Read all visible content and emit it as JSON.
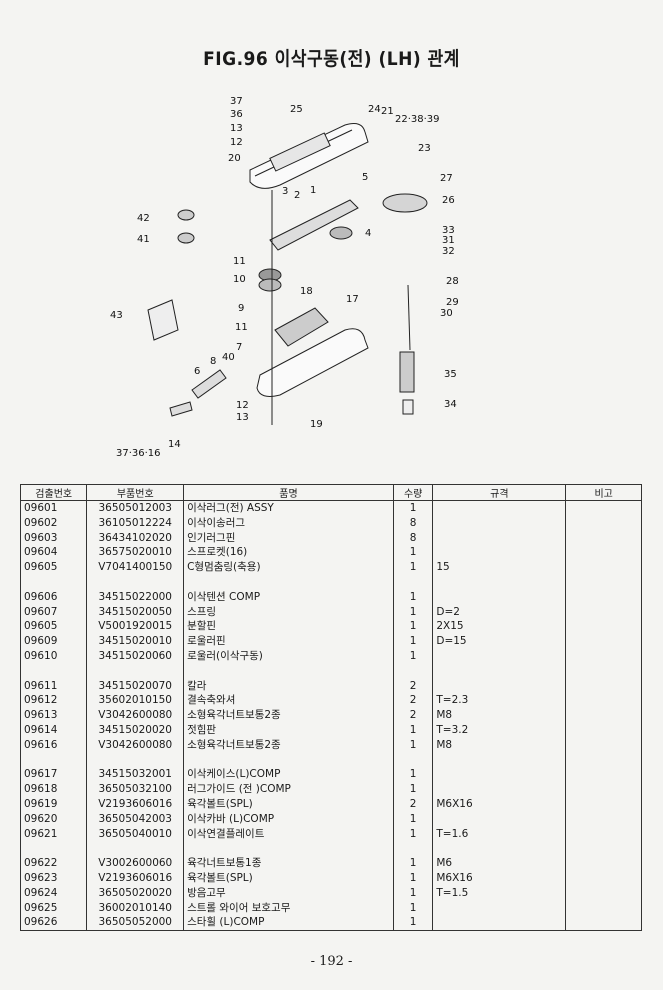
{
  "title": "FIG.96 이삭구동(전) (LH) 관계",
  "diagram_labels": [
    {
      "id": "37",
      "text": "37"
    },
    {
      "id": "36",
      "text": "36"
    },
    {
      "id": "13a",
      "text": "13"
    },
    {
      "id": "12a",
      "text": "12"
    },
    {
      "id": "20",
      "text": "20"
    },
    {
      "id": "25",
      "text": "25"
    },
    {
      "id": "24",
      "text": "24"
    },
    {
      "id": "21",
      "text": "21"
    },
    {
      "id": "22",
      "text": "22·38·39"
    },
    {
      "id": "23",
      "text": "23"
    },
    {
      "id": "5",
      "text": "5"
    },
    {
      "id": "27",
      "text": "27"
    },
    {
      "id": "3",
      "text": "3"
    },
    {
      "id": "2",
      "text": "2"
    },
    {
      "id": "1",
      "text": "1"
    },
    {
      "id": "26",
      "text": "26"
    },
    {
      "id": "42",
      "text": "42"
    },
    {
      "id": "41",
      "text": "41"
    },
    {
      "id": "4",
      "text": "4"
    },
    {
      "id": "33",
      "text": "33"
    },
    {
      "id": "31",
      "text": "31"
    },
    {
      "id": "32",
      "text": "32"
    },
    {
      "id": "11a",
      "text": "11"
    },
    {
      "id": "10",
      "text": "10"
    },
    {
      "id": "28",
      "text": "28"
    },
    {
      "id": "29",
      "text": "29"
    },
    {
      "id": "30",
      "text": "30"
    },
    {
      "id": "9",
      "text": "9"
    },
    {
      "id": "18",
      "text": "18"
    },
    {
      "id": "17",
      "text": "17"
    },
    {
      "id": "43",
      "text": "43"
    },
    {
      "id": "11b",
      "text": "11"
    },
    {
      "id": "7",
      "text": "7"
    },
    {
      "id": "40",
      "text": "40"
    },
    {
      "id": "8",
      "text": "8"
    },
    {
      "id": "6",
      "text": "6"
    },
    {
      "id": "35",
      "text": "35"
    },
    {
      "id": "12b",
      "text": "12"
    },
    {
      "id": "13b",
      "text": "13"
    },
    {
      "id": "19",
      "text": "19"
    },
    {
      "id": "34",
      "text": "34"
    },
    {
      "id": "14",
      "text": "14"
    },
    {
      "id": "37b",
      "text": "37·36·16"
    }
  ],
  "table": {
    "headers": [
      "검출번호",
      "부품번호",
      "품명",
      "수량",
      "규격",
      "비고"
    ],
    "rows": [
      [
        "09601",
        "36505012003",
        "이삭러그(전) ASSY",
        "1",
        "",
        ""
      ],
      [
        "09602",
        "36105012224",
        "이삭이송러그",
        "8",
        "",
        ""
      ],
      [
        "09603",
        "36434102020",
        "인기러그핀",
        "8",
        "",
        ""
      ],
      [
        "09604",
        "36575020010",
        "스프로켓(16)",
        "1",
        "",
        ""
      ],
      [
        "09605",
        "V7041400150",
        "C형멈춤링(축용)",
        "1",
        "15",
        ""
      ],
      null,
      [
        "09606",
        "34515022000",
        "이삭텐션 COMP",
        "1",
        "",
        ""
      ],
      [
        "09607",
        "34515020050",
        "스프링",
        "1",
        "D=2",
        ""
      ],
      [
        "09605",
        "V5001920015",
        "분할핀",
        "1",
        "2X15",
        ""
      ],
      [
        "09609",
        "34515020010",
        "로울러핀",
        "1",
        "D=15",
        ""
      ],
      [
        "09610",
        "34515020060",
        "로울러(이삭구동)",
        "1",
        "",
        ""
      ],
      null,
      [
        "09611",
        "34515020070",
        "칼라",
        "2",
        "",
        ""
      ],
      [
        "09612",
        "35602010150",
        "결속축와셔",
        "2",
        "T=2.3",
        ""
      ],
      [
        "09613",
        "V3042600080",
        "소형육각너트보통2종",
        "2",
        "M8",
        ""
      ],
      [
        "09614",
        "34515020020",
        "젓힘판",
        "1",
        "T=3.2",
        ""
      ],
      [
        "09616",
        "V3042600080",
        "소형육각너트보통2종",
        "1",
        "M8",
        ""
      ],
      null,
      [
        "09617",
        "34515032001",
        "이삭케이스(L)COMP",
        "1",
        "",
        ""
      ],
      [
        "09618",
        "36505032100",
        "러그가이드 (전 )COMP",
        "1",
        "",
        ""
      ],
      [
        "09619",
        "V2193606016",
        "육각볼트(SPL)",
        "2",
        "M6X16",
        ""
      ],
      [
        "09620",
        "36505042003",
        "이삭카바 (L)COMP",
        "1",
        "",
        ""
      ],
      [
        "09621",
        "36505040010",
        "이삭연결플레이트",
        "1",
        "T=1.6",
        ""
      ],
      null,
      [
        "09622",
        "V3002600060",
        "육각너트보통1종",
        "1",
        "M6",
        ""
      ],
      [
        "09623",
        "V2193606016",
        "육각볼트(SPL)",
        "1",
        "M6X16",
        ""
      ],
      [
        "09624",
        "36505020020",
        "방음고무",
        "1",
        "T=1.5",
        ""
      ],
      [
        "09625",
        "36002010140",
        "스트롤 와이어 보호고무",
        "1",
        "",
        ""
      ],
      [
        "09626",
        "36505052000",
        "스타휠 (L)COMP",
        "1",
        "",
        ""
      ]
    ]
  },
  "footer": "- 192 -"
}
